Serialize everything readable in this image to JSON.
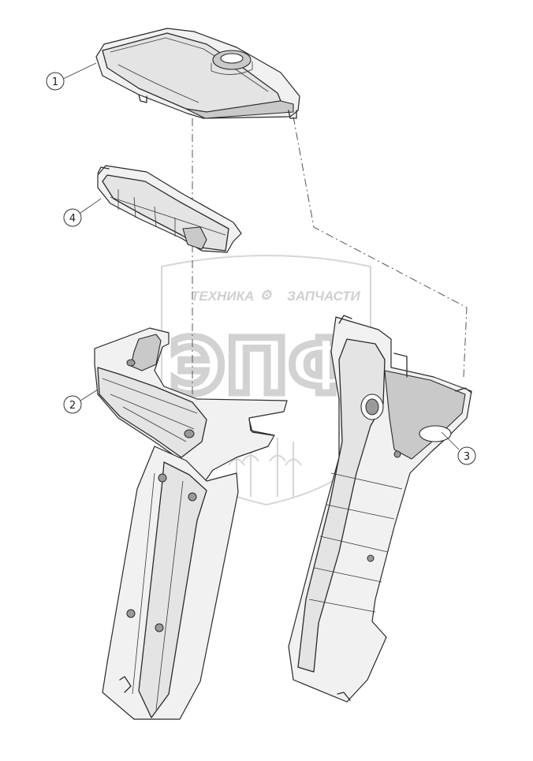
{
  "watermark": {
    "left_text": "ТЕХНИКА",
    "right_text": "ЗАПЧАСТИ",
    "logo_letters": "ЭПФ",
    "gear_symbol": "⚙"
  },
  "callouts": [
    {
      "id": "callout-1",
      "label": "1"
    },
    {
      "id": "callout-2",
      "label": "2"
    },
    {
      "id": "callout-3",
      "label": "3"
    },
    {
      "id": "callout-4",
      "label": "4"
    }
  ]
}
